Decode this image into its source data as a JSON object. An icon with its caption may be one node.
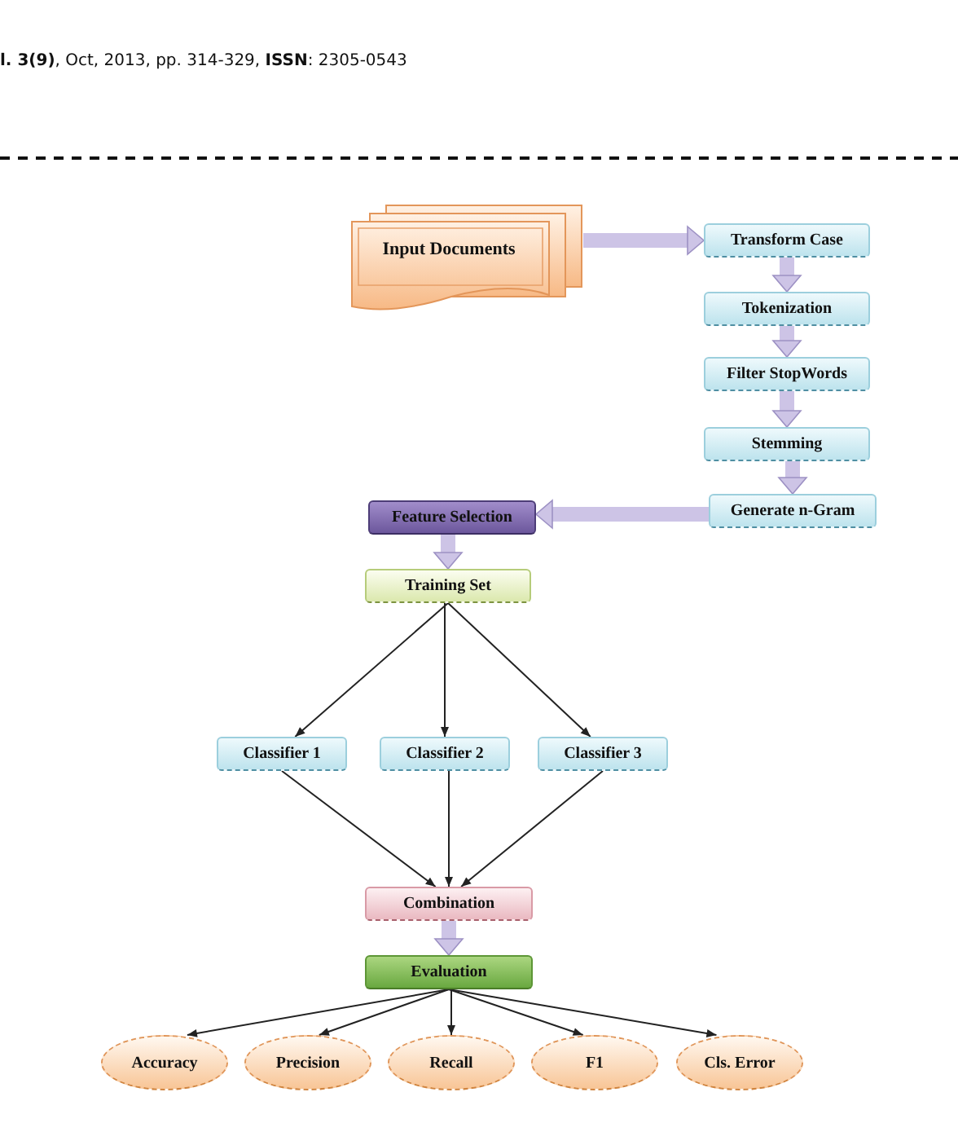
{
  "diagram": {
    "nodes": [
      {
        "text": [
          "Input Documents"
        ]
      },
      {
        "text": [
          "Transform Case"
        ]
      },
      {
        "text": [
          "Tokenization"
        ]
      },
      {
        "text": [
          "Filter StopWords"
        ]
      },
      {
        "text": [
          "Stemming"
        ]
      },
      {
        "text": [
          "Generate n-Gram"
        ]
      },
      {
        "text": [
          "Feature Selection"
        ]
      },
      {
        "text": [
          "Training Set"
        ]
      },
      {
        "text": [
          "Classifier 1"
        ]
      },
      {
        "text": [
          "Classifier 2"
        ]
      },
      {
        "text": [
          "Classifier 3"
        ]
      },
      {
        "text": [
          "Combination"
        ]
      },
      {
        "text": [
          "Evaluation"
        ]
      },
      {
        "text": [
          "Accuracy"
        ]
      },
      {
        "text": [
          "Precision"
        ]
      },
      {
        "text": [
          "Recall"
        ]
      },
      {
        "text": [
          "F1"
        ]
      },
      {
        "text": [
          "Cls. Error"
        ]
      }
    ],
    "edges": [
      {
        "from": 0,
        "to": 1,
        "arrow": "to",
        "style": "thick",
        "color": "#cdc4e6"
      },
      {
        "from": 1,
        "to": 2,
        "arrow": "to",
        "style": "thick",
        "color": "#cdc4e6"
      },
      {
        "from": 2,
        "to": 3,
        "arrow": "to",
        "style": "thick",
        "color": "#cdc4e6"
      },
      {
        "from": 3,
        "to": 4,
        "arrow": "to",
        "style": "thick",
        "color": "#cdc4e6"
      },
      {
        "from": 4,
        "to": 5,
        "arrow": "to",
        "style": "thick",
        "color": "#cdc4e6"
      },
      {
        "from": 5,
        "to": 6,
        "arrow": "to",
        "style": "thick",
        "color": "#cdc4e6"
      },
      {
        "from": 6,
        "to": 7,
        "arrow": "to",
        "style": "thick",
        "color": "#cdc4e6"
      },
      {
        "from": 7,
        "to": 8,
        "arrow": "to"
      },
      {
        "from": 7,
        "to": 9,
        "arrow": "to"
      },
      {
        "from": 7,
        "to": 10,
        "arrow": "to"
      },
      {
        "from": 8,
        "to": 11,
        "arrow": "to"
      },
      {
        "from": 9,
        "to": 11,
        "arrow": "to"
      },
      {
        "from": 10,
        "to": 11,
        "arrow": "to"
      },
      {
        "from": 11,
        "to": 12,
        "arrow": "to",
        "style": "thick",
        "color": "#cdc4e6"
      },
      {
        "from": 12,
        "to": 13,
        "arrow": "to"
      },
      {
        "from": 12,
        "to": 14,
        "arrow": "to"
      },
      {
        "from": 12,
        "to": 15,
        "arrow": "to"
      },
      {
        "from": 12,
        "to": 16,
        "arrow": "to"
      },
      {
        "from": 12,
        "to": 17,
        "arrow": "to"
      }
    ],
    "labels": [
      "**l. 3(9)**, Oct, 2013, pp. 314-329, **ISSN**: 2305-0543"
    ]
  }
}
